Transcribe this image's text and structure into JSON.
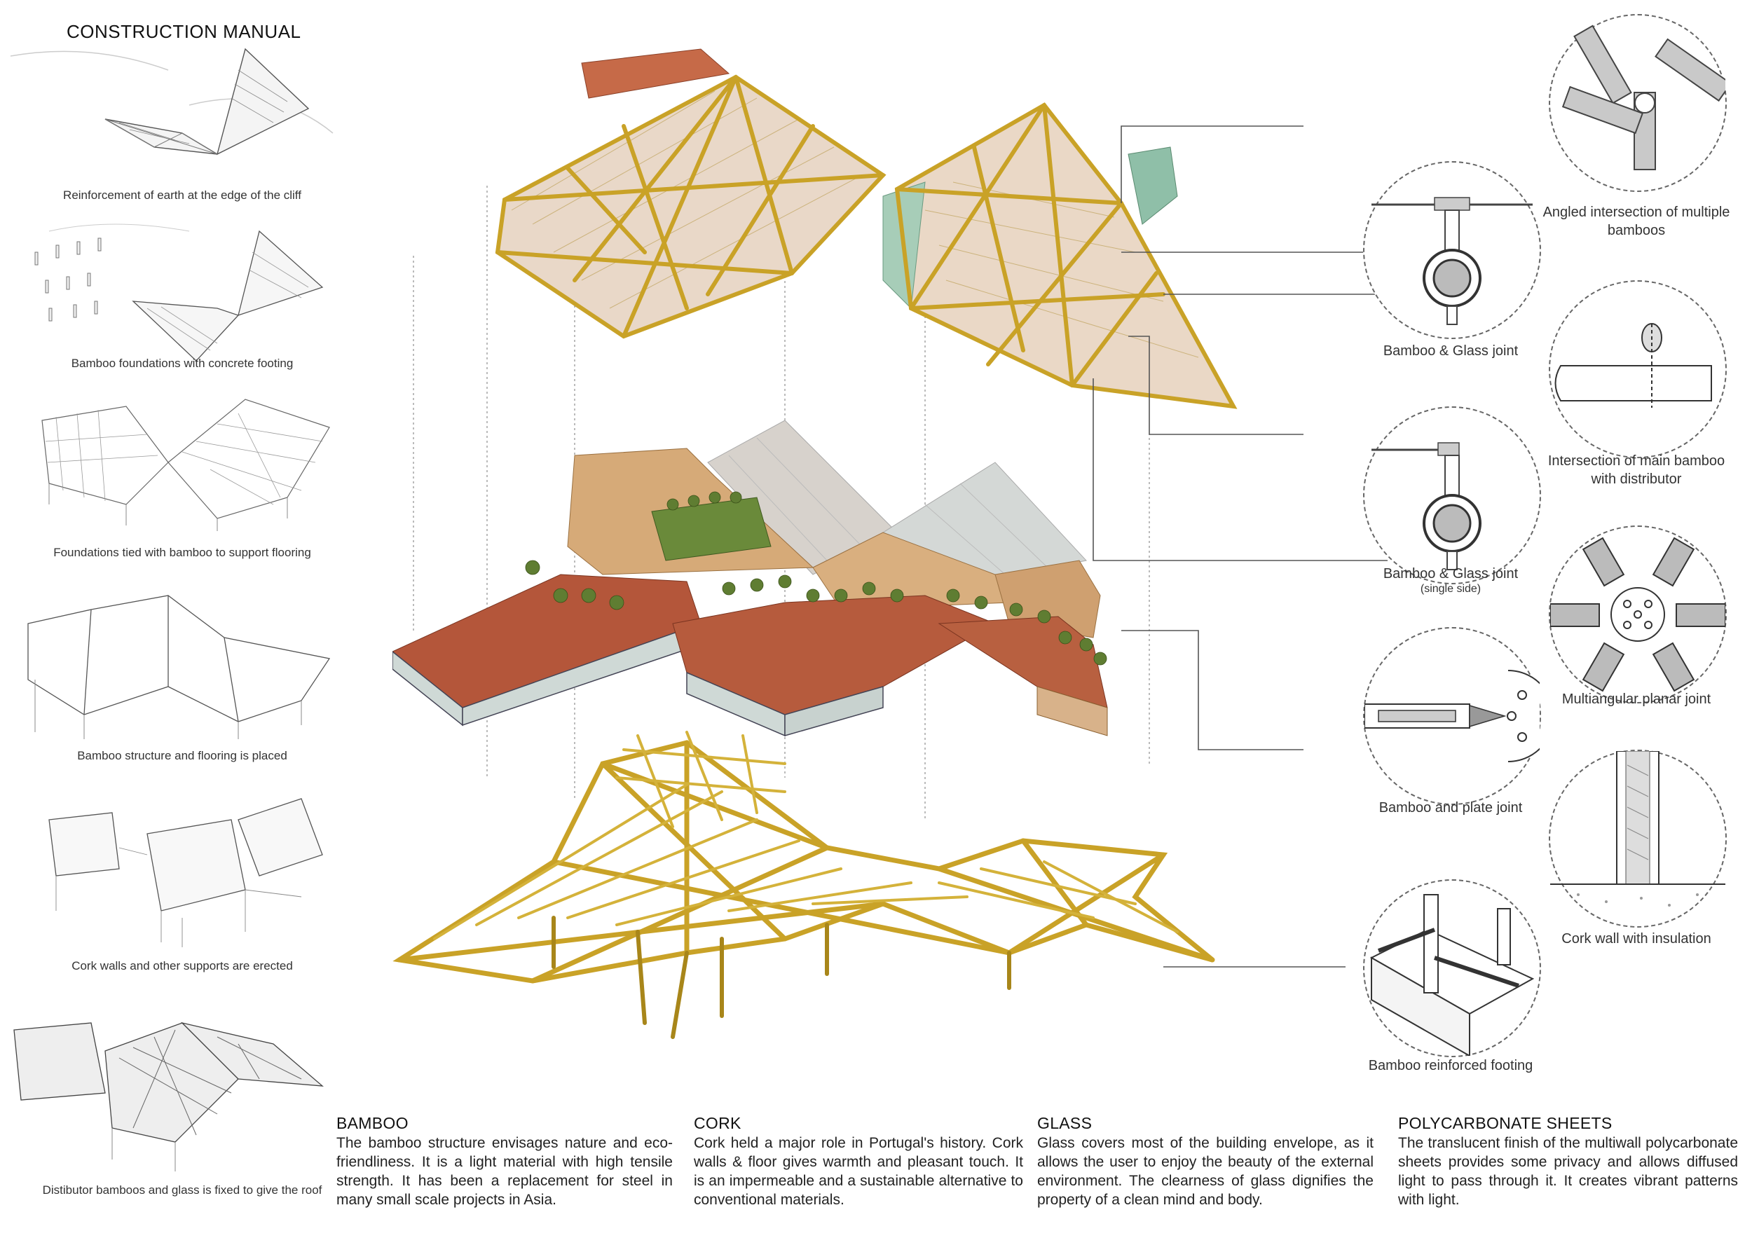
{
  "manual": {
    "title": "CONSTRUCTION MANUAL",
    "steps": [
      {
        "caption": "Reinforcement of earth at the edge of the cliff"
      },
      {
        "caption": "Bamboo foundations with concrete footing"
      },
      {
        "caption": "Foundations tied with bamboo to support flooring"
      },
      {
        "caption": "Bamboo structure and flooring is placed"
      },
      {
        "caption": "Cork walls and other supports are erected"
      },
      {
        "caption": "Distibutor bamboos and glass is fixed to give the roof"
      }
    ]
  },
  "details": [
    {
      "label": "Angled intersection of multiple bamboos"
    },
    {
      "label": "Bamboo & Glass joint"
    },
    {
      "label": "Intersection of main bamboo with distributor"
    },
    {
      "label": "Bamboo & Glass joint",
      "note": "(single side)"
    },
    {
      "label": "Multiangular planar joint"
    },
    {
      "label": "Bamboo and plate joint"
    },
    {
      "label": "Cork wall with insulation"
    },
    {
      "label": "Bamboo reinforced footing"
    }
  ],
  "materials": [
    {
      "title": "BAMBOO",
      "text": "The bamboo structure envisages nature and eco-friendliness. It is a light material with high tensile strength. It has been a replacement for steel in many small scale projects in Asia."
    },
    {
      "title": "CORK",
      "text": "Cork held a major role in Portugal's history. Cork walls & floor gives warmth and pleasant touch. It is an impermeable and a sustainable alternative to conventional materials."
    },
    {
      "title": "GLASS",
      "text": "Glass covers most of the building envelope, as it allows the user to enjoy the beauty of the external environment. The clearness of glass dignifies the property of a clean mind and body."
    },
    {
      "title": "POLYCARBONATE SHEETS",
      "text": "The translucent finish of the multiwall polycarbonate sheets provides some privacy and allows diffused light to pass through it. It creates vibrant patterns with light."
    }
  ],
  "colors": {
    "bamboo": "#c9a227",
    "bamboo_dark": "#8a6a12",
    "deck": "#b4563a",
    "cork": "#d2a877",
    "glass": "#cfd8d4",
    "line": "#444444"
  }
}
